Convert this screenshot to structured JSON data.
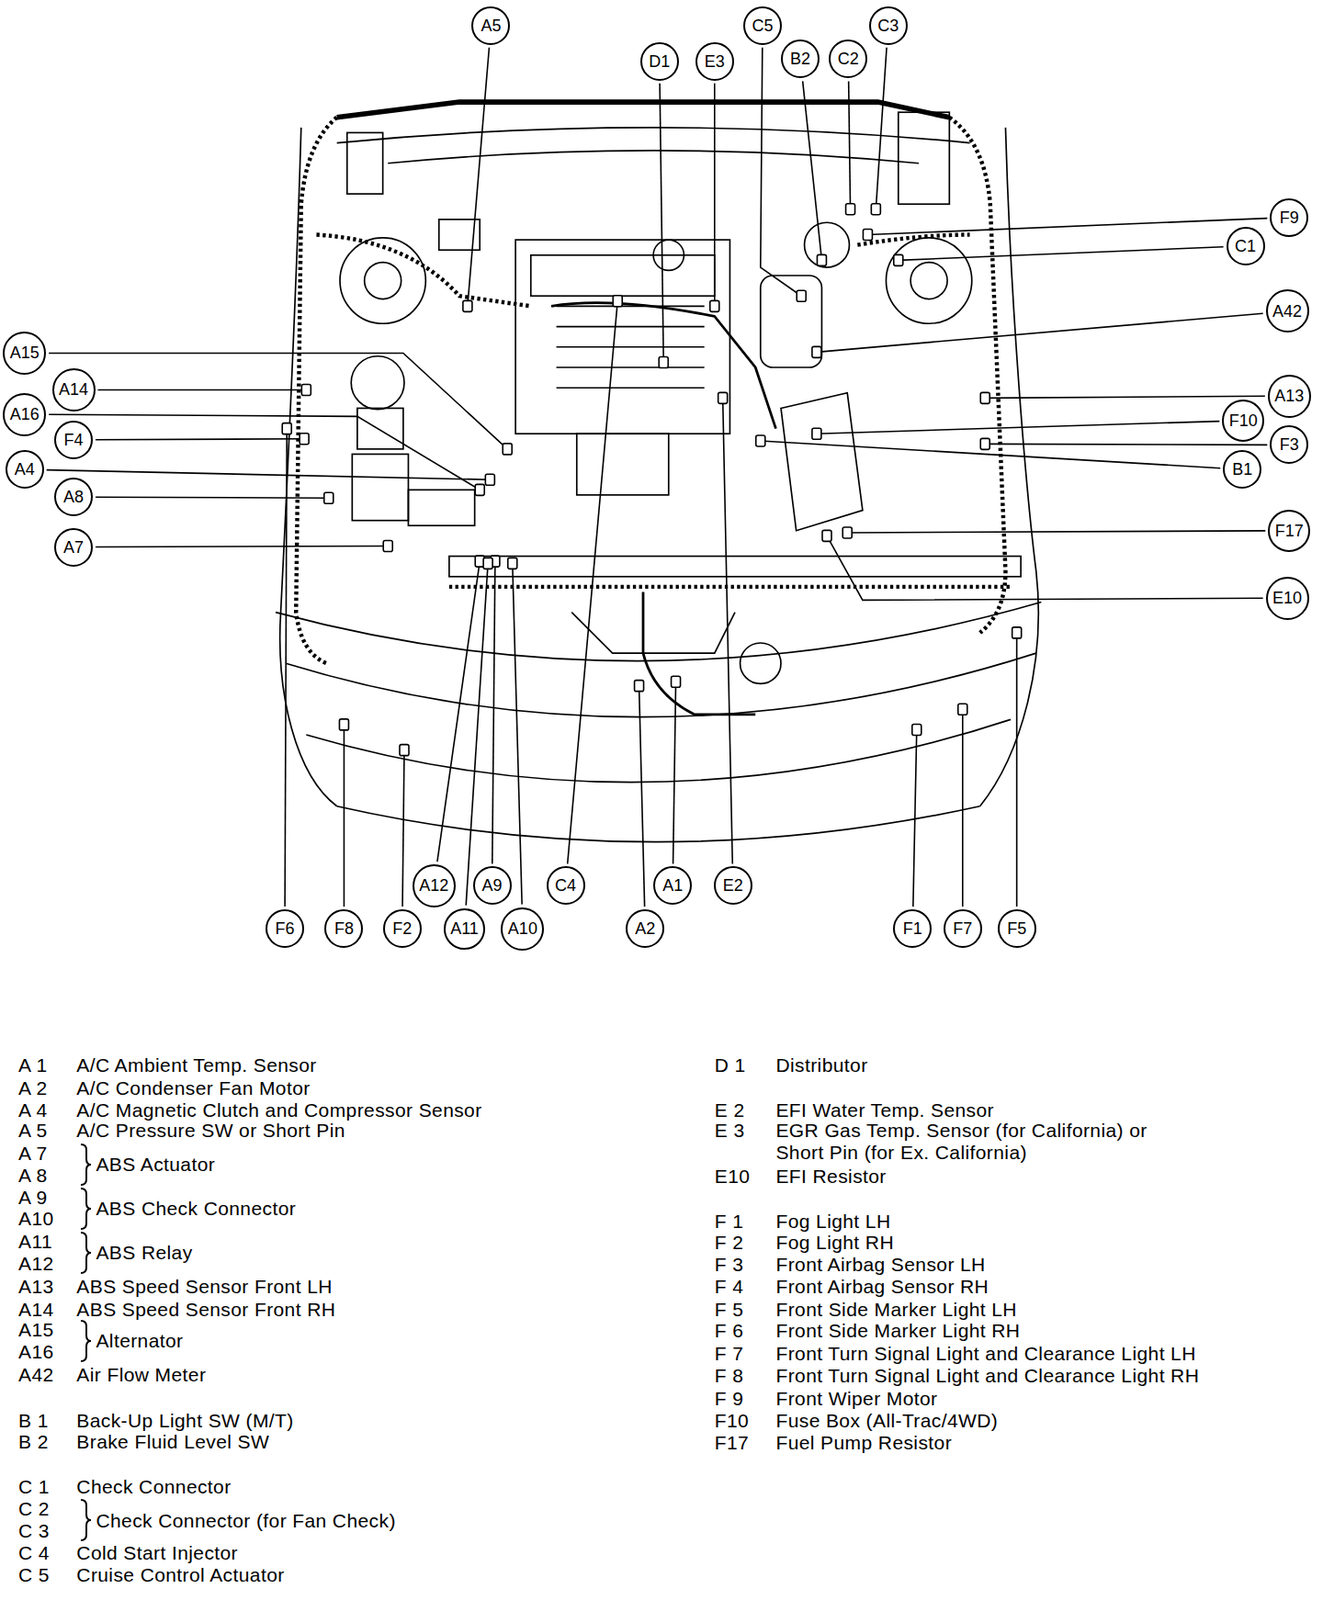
{
  "diagram": {
    "nodes": [
      {
        "text": [
          "A5"
        ]
      },
      {
        "text": [
          "C5"
        ]
      },
      {
        "text": [
          "C3"
        ]
      },
      {
        "text": [
          "D1"
        ]
      },
      {
        "text": [
          "E3"
        ]
      },
      {
        "text": [
          "B2"
        ]
      },
      {
        "text": [
          "C2"
        ]
      },
      {
        "text": [
          "F9"
        ]
      },
      {
        "text": [
          "C1"
        ]
      },
      {
        "text": [
          "A42"
        ]
      },
      {
        "text": [
          "A15"
        ]
      },
      {
        "text": [
          "A14"
        ]
      },
      {
        "text": [
          "A13"
        ]
      },
      {
        "text": [
          "A16"
        ]
      },
      {
        "text": [
          "F10"
        ]
      },
      {
        "text": [
          "F4"
        ]
      },
      {
        "text": [
          "F3"
        ]
      },
      {
        "text": [
          "A4"
        ]
      },
      {
        "text": [
          "B1"
        ]
      },
      {
        "text": [
          "A8"
        ]
      },
      {
        "text": [
          "F17"
        ]
      },
      {
        "text": [
          "A7"
        ]
      },
      {
        "text": [
          "E10"
        ]
      },
      {
        "text": [
          "A12"
        ]
      },
      {
        "text": [
          "A9"
        ]
      },
      {
        "text": [
          "C4"
        ]
      },
      {
        "text": [
          "A1"
        ]
      },
      {
        "text": [
          "E2"
        ]
      },
      {
        "text": [
          "F6"
        ]
      },
      {
        "text": [
          "F8"
        ]
      },
      {
        "text": [
          "F2"
        ]
      },
      {
        "text": [
          "A11"
        ]
      },
      {
        "text": [
          "A10"
        ]
      },
      {
        "text": [
          "A2"
        ]
      },
      {
        "text": [
          "F1"
        ]
      },
      {
        "text": [
          "F7"
        ]
      },
      {
        "text": [
          "F5"
        ]
      }
    ],
    "labels": [
      "A 1",
      "A/C Ambient Temp. Sensor",
      "A 2",
      "A/C Condenser Fan Motor",
      "A 4",
      "A/C Magnetic Clutch and Compressor Sensor",
      "A 5",
      "A/C Pressure SW or Short Pin",
      "A 7",
      "A 8",
      "ABS Actuator",
      "A 9",
      "A10",
      "ABS Check Connector",
      "A11",
      "A12",
      "ABS Relay",
      "A13",
      "ABS Speed Sensor Front LH",
      "A14",
      "ABS Speed Sensor Front RH",
      "A15",
      "A16",
      "Alternator",
      "A42",
      "Air Flow Meter",
      "B 1",
      "Back-Up Light SW (M/T)",
      "B 2",
      "Brake Fluid Level SW",
      "C 1",
      "Check Connector",
      "C 2",
      "C 3",
      "Check Connector (for Fan Check)",
      "C 4",
      "Cold Start Injector",
      "C 5",
      "Cruise Control Actuator",
      "D 1",
      "Distributor",
      "E 2",
      "EFI Water Temp. Sensor",
      "E 3",
      "EGR Gas Temp. Sensor (for California) or Short Pin (for Ex. California)",
      "E10",
      "EFI Resistor",
      "F 1",
      "Fog Light LH",
      "F 2",
      "Fog Light RH",
      "F 3",
      "Front Airbag Sensor LH",
      "F 4",
      "Front Airbag Sensor RH",
      "F 5",
      "Front Side Marker Light LH",
      "F 6",
      "Front Side Marker Light RH",
      "F 7",
      "Front Turn Signal Light and Clearance Light LH",
      "F 8",
      "Front Turn Signal Light and Clearance Light RH",
      "F 9",
      "Front Wiper Motor",
      "F10",
      "Fuse Box (All-Trac/4WD)",
      "F17",
      "Fuel Pump Resistor"
    ]
  }
}
